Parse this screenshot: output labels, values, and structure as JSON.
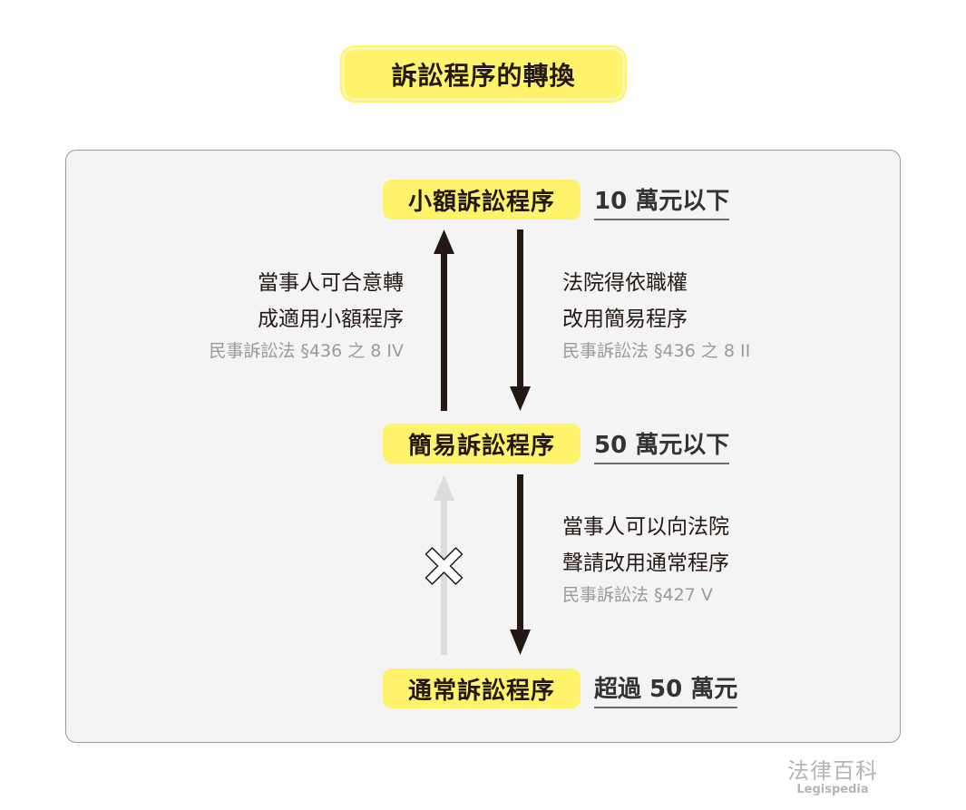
{
  "title": "訴訟程序的轉換",
  "procedures": [
    {
      "name": "小額訴訟程序",
      "amount": "10 萬元以下"
    },
    {
      "name": "簡易訴訟程序",
      "amount": "50 萬元以下"
    },
    {
      "name": "通常訴訟程序",
      "amount": "超過 50 萬元"
    }
  ],
  "transitions": {
    "simple_to_small": {
      "lines": [
        "當事人可合意轉",
        "成適用小額程序"
      ],
      "cite": "民事訴訟法 §436 之 8 IV"
    },
    "small_to_simple": {
      "lines": [
        "法院得依職權",
        "改用簡易程序"
      ],
      "cite": "民事訴訟法 §436 之 8 II"
    },
    "simple_to_ordinary": {
      "lines": [
        "當事人可以向法院",
        "聲請改用通常程序"
      ],
      "cite": "民事訴訟法 §427 V"
    }
  },
  "watermark": {
    "zh": "法律百科",
    "en": "Legispedia"
  },
  "colors": {
    "highlight": "#fff36b",
    "arrow": "#231815",
    "disabled_arrow": "#dcdcdc"
  }
}
